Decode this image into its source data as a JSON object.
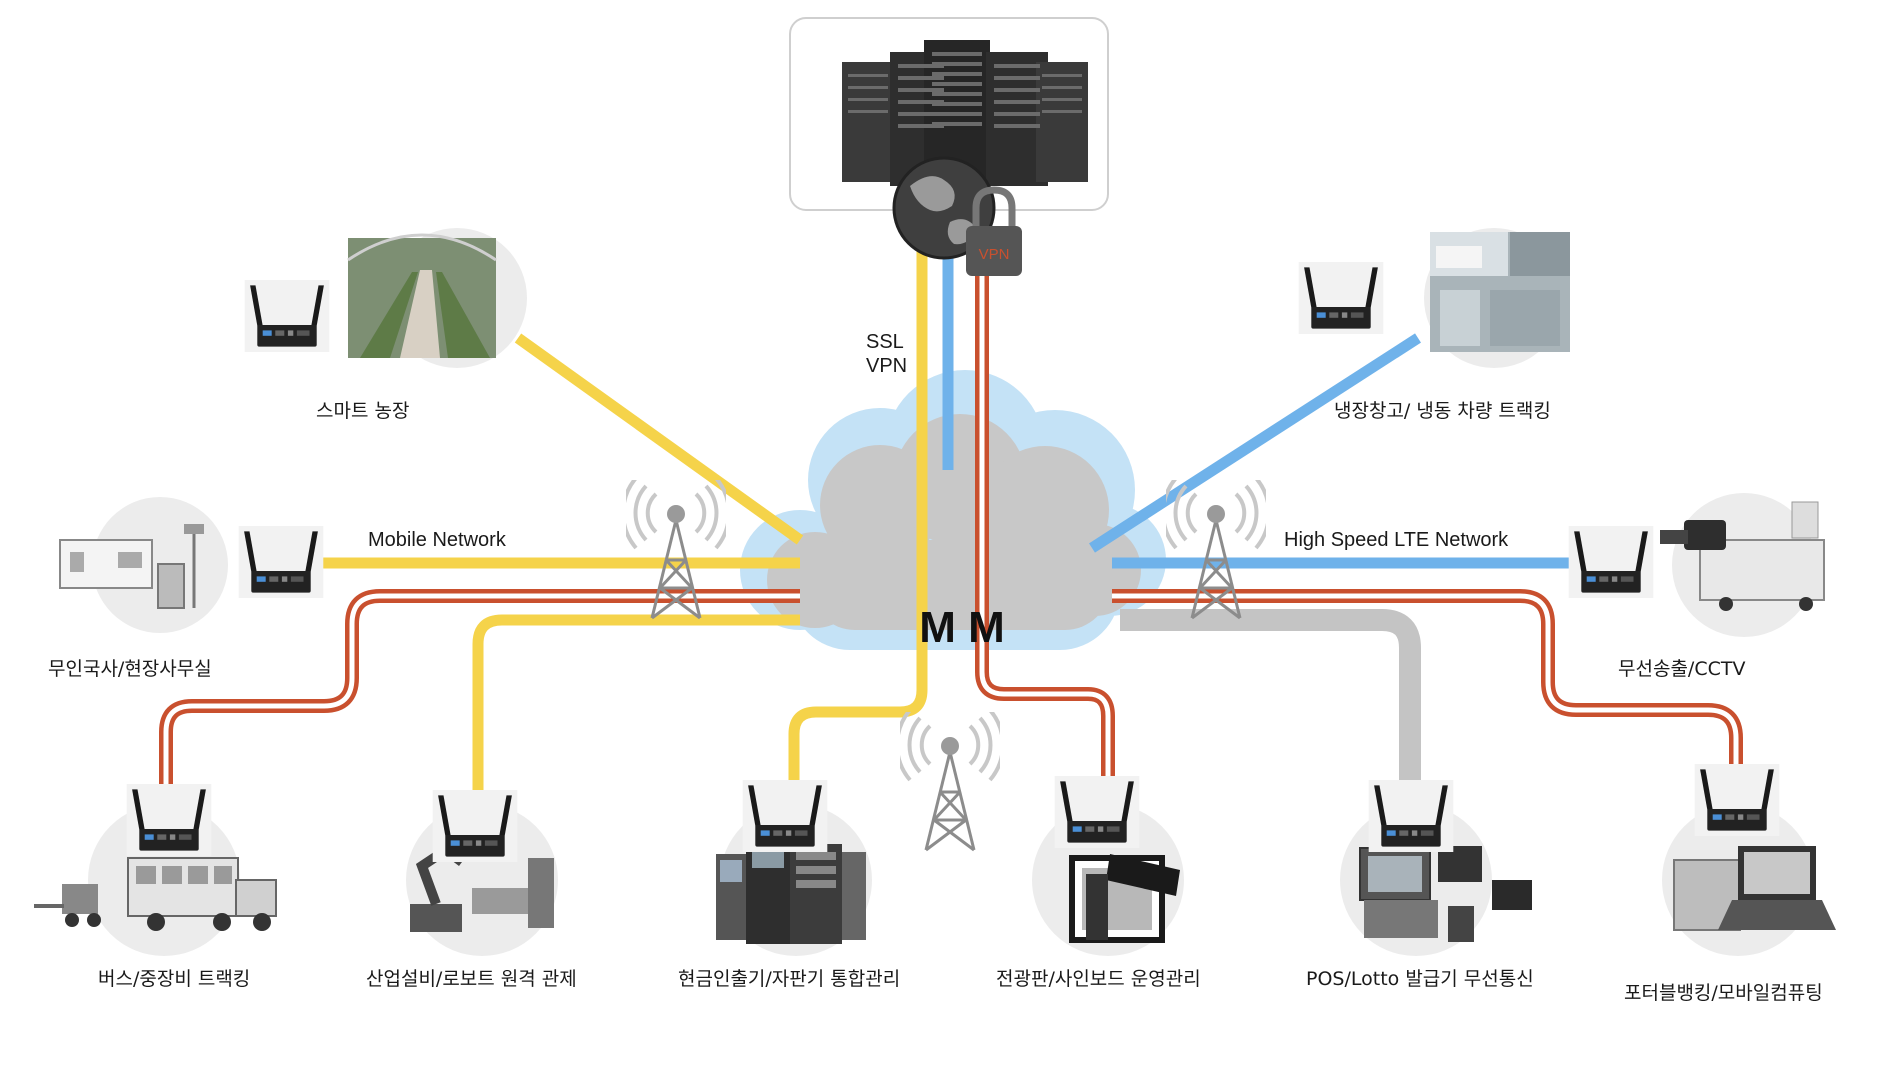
{
  "server": {
    "vpn_badge": "VPN",
    "link_label_line1": "SSL",
    "link_label_line2": "VPN"
  },
  "cloud": {
    "label": "M M"
  },
  "networks": {
    "mobile": "Mobile  Network",
    "lte": "High Speed LTE Network"
  },
  "colors": {
    "yellow": "#f5d34a",
    "blue": "#6fb2ea",
    "red": "#c9502e",
    "gray": "#c4c4c4",
    "cloud_blue": "#bfe0f5",
    "cloud_gray": "#c7c7c7"
  },
  "nodes": {
    "smart_farm": "스마트 농장",
    "cold_storage": "냉장창고/  냉동 차량 트랙킹",
    "unmanned_station": "무인국사/현장사무실",
    "broadcast_cctv": "무선송출/CCTV",
    "bus_tracking": "버스/중장비 트랙킹",
    "industrial_robot": "산업설비/로보트 원격 관제",
    "atm_vending": "현금인출기/자판기 통합관리",
    "signboard": "전광판/사인보드 운영관리",
    "pos_lotto": "POS/Lotto 발급기 무선통신",
    "mobile_banking": "포터블뱅킹/모바일컴퓨팅"
  },
  "icons": [
    "server-rack-icon",
    "globe-icon",
    "padlock-icon",
    "router-icon",
    "cell-tower-icon",
    "cloud-icon"
  ]
}
